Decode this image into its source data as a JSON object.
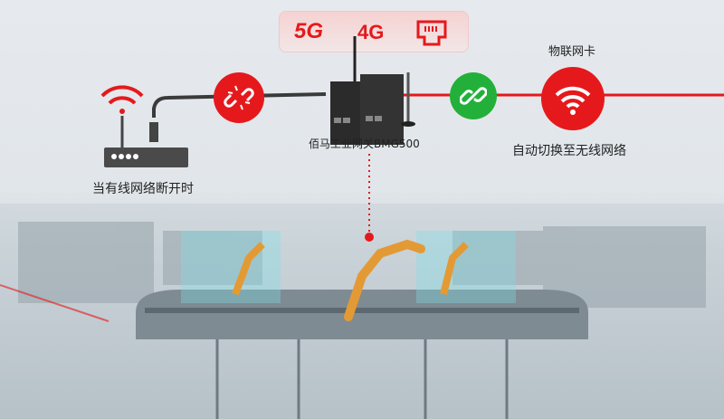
{
  "top_icons": {
    "five_g": "5G",
    "four_g": "4G",
    "ethernet": "ethernet-port-icon"
  },
  "gateway_label": "佰马工业网关BMG500",
  "left_label": "当有线网络断开时",
  "right_top_label": "物联网卡",
  "right_bottom_label": "自动切换至无线网络",
  "colors": {
    "red": "#e5191c",
    "green": "#22b03a",
    "dark": "#3a3a3a"
  }
}
